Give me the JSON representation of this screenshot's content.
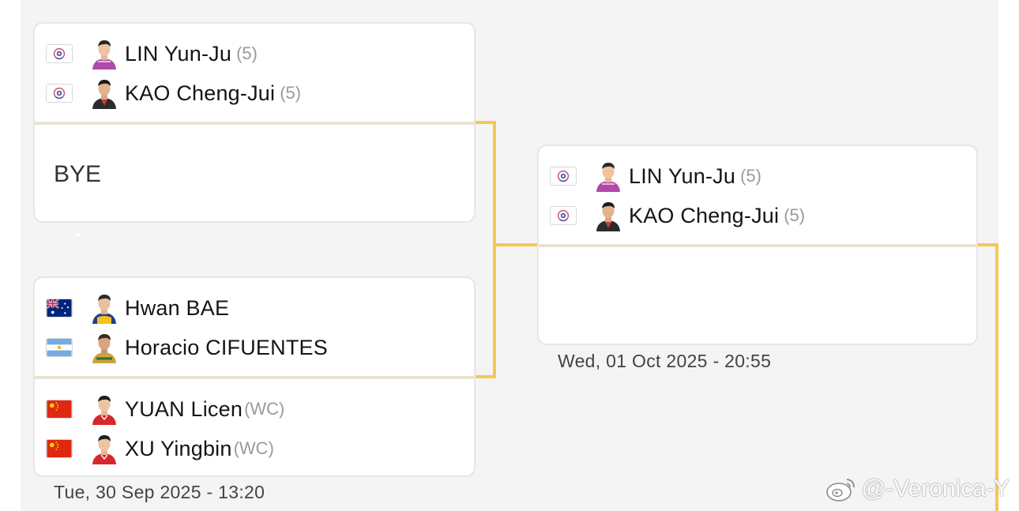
{
  "bracket": {
    "round1": {
      "match1": {
        "top": {
          "players": [
            {
              "name": "LIN Yun-Ju",
              "seed": "(5)",
              "flag": "chinese-taipei-flag"
            },
            {
              "name": "KAO Cheng-Jui",
              "seed": "(5)",
              "flag": "chinese-taipei-flag"
            }
          ]
        },
        "bottom": {
          "label": "BYE"
        }
      },
      "match2": {
        "top": {
          "players": [
            {
              "name": "Hwan BAE",
              "seed": "",
              "flag": "australia-flag"
            },
            {
              "name": "Horacio CIFUENTES",
              "seed": "",
              "flag": "argentina-flag"
            }
          ]
        },
        "bottom": {
          "players": [
            {
              "name": "YUAN Licen",
              "seed": "(WC)",
              "flag": "china-flag"
            },
            {
              "name": "XU Yingbin",
              "seed": "(WC)",
              "flag": "china-flag"
            }
          ]
        },
        "date": "Tue, 30 Sep 2025 - 13:20"
      }
    },
    "round2": {
      "match1": {
        "top": {
          "players": [
            {
              "name": "LIN Yun-Ju",
              "seed": "(5)",
              "flag": "chinese-taipei-flag"
            },
            {
              "name": "KAO Cheng-Jui",
              "seed": "(5)",
              "flag": "chinese-taipei-flag"
            }
          ]
        },
        "bottom": {
          "label": ""
        },
        "date": "Wed, 01 Oct 2025 - 20:55"
      }
    }
  },
  "colors": {
    "connector": "#f7c752",
    "divider": "#e9e2d3",
    "background": "#f4f4f4"
  },
  "watermark": {
    "text": "@-Veronica-Y",
    "icon": "weibo-icon"
  }
}
